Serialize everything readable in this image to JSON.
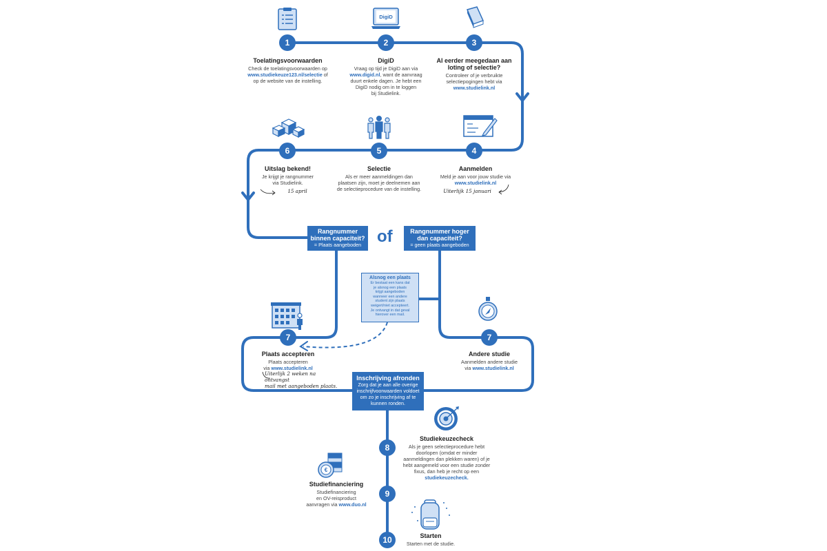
{
  "colors": {
    "primary": "#2f6fbb",
    "light": "#cfe0f5",
    "text": "#333333"
  },
  "steps": [
    {
      "num": "1",
      "title": "Toelatingsvoorwaarden",
      "line1": "Check de toelatingsvoorwaarden op",
      "link": "www.studiekeuze123.nl/selectie",
      "line2": " of",
      "line3": "op de website van de instelling.",
      "icon": "clipboard-icon"
    },
    {
      "num": "2",
      "title": "DigiD",
      "line1": "Vraag op tijd je DigiD aan via",
      "link": "www.digid.nl",
      "line2": ", want de aanvraag",
      "line3": "duurt enkele dagen. Je hebt een",
      "line4": "DigiD nodig om in te loggen",
      "line5": "bij Studielink.",
      "icon": "laptop-icon",
      "screen_label": "DigiD"
    },
    {
      "num": "3",
      "title": "Al eerder meegedaan aan loting of selectie?",
      "line1": "Controleer of je verbruikte",
      "line2": "selectiepogingen hebt via",
      "link": "www.studielink.nl",
      "icon": "book-icon"
    },
    {
      "num": "4",
      "title": "Aanmelden",
      "line1": "Meld je aan voor jouw studie via",
      "link": "www.studielink.nl",
      "hand": "Uiterlijk 15 januari",
      "icon": "form-pen-icon"
    },
    {
      "num": "5",
      "title": "Selectie",
      "line1": "Als er meer aanmeldingen dan",
      "line2": "plaatsen zijn, moet je deelnemen aan",
      "line3": "de selectieprocedure van de instelling.",
      "icon": "people-icon"
    },
    {
      "num": "6",
      "title": "Uitslag bekend!",
      "line1": "Je krijgt je rangnummer",
      "line2": "via Studielink.",
      "hand": "15 april",
      "icon": "podium-icon"
    },
    {
      "num": "7",
      "title": "Plaats accepteren",
      "line1": "Plaats accepteren",
      "line2": "via ",
      "link": "www.studielink.nl",
      "hand1": "Uiterlijk 2 weken na ontvangst",
      "hand2": "mail met aangeboden plaats.",
      "icon": "building-icon"
    },
    {
      "num": "7",
      "title": "Andere studie",
      "line1": "Aanmelden andere studie",
      "line2": "via ",
      "link": "www.studielink.nl",
      "icon": "compass-icon"
    },
    {
      "num": "8",
      "title": "Studiekeuzecheck",
      "line1": "Als je geen selectieprocedure hebt",
      "line2": "doorlopen (omdat er minder",
      "line3": "aanmeldingen dan plekken waren) of je",
      "line4": "hebt aangemeld voor een studie zonder",
      "line5": "fixus, dan heb je recht op een",
      "link": "studiekeuzecheck.",
      "icon": "target-icon"
    },
    {
      "num": "9",
      "title": "Studiefinanciering",
      "line1": "Studiefinanciering",
      "line2": "en OV-reisproduct",
      "line3": "aanvragen via ",
      "link": "www.duo.nl",
      "icon": "coins-icon"
    },
    {
      "num": "10",
      "title": "Starten",
      "line1": "Starten met de studie.",
      "icon": "backpack-icon"
    }
  ],
  "decision": {
    "left": {
      "title1": "Rangnummer",
      "title2": "binnen capaciteit?",
      "sub": "= Plaats aangeboden"
    },
    "or": "of",
    "right": {
      "title1": "Rangnummer hoger",
      "title2": "dan capaciteit?",
      "sub": "= geen plaats aangeboden"
    }
  },
  "note": {
    "title": "Alsnog een plaats",
    "lines": [
      "Er bestaat een kans dat",
      "je alsnog een plaats",
      "krijgt aangeboden",
      "wanneer een andere",
      "student zijn plaats",
      "weigert/niet accepteert.",
      "Je ontvangt in dat geval",
      "hierover een mail."
    ]
  },
  "finish": {
    "title": "Inschrijving afronden",
    "lines": [
      "Zorg dat je aan alle overige",
      "inschrijfvoorwaarden voldoet",
      "om zo je inschrijving af te",
      "kunnen ronden."
    ]
  }
}
